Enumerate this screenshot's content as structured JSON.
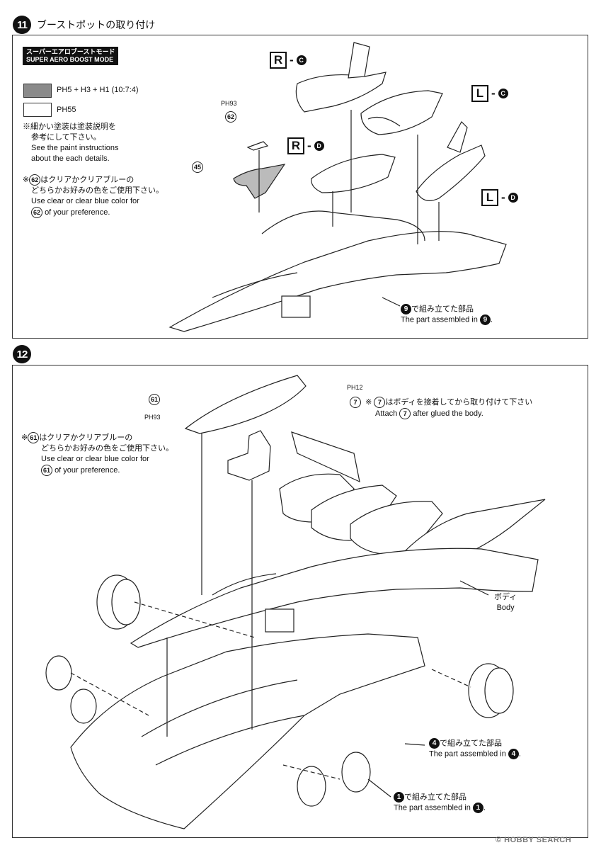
{
  "step11": {
    "number": "11",
    "title": "ブーストポットの取り付け",
    "mode_jp": "スーパーエアロブーストモード",
    "mode_en": "SUPER AERO BOOST MODE",
    "swatch1_label": "PH5 + H3 + H1 (10:7:4)",
    "swatch2_label": "PH55",
    "note1_jp_1": "※細かい塗装は塗装説明を",
    "note1_jp_2": "参考にして下さい。",
    "note1_en_1": "See the paint instructions",
    "note1_en_2": "about the each details.",
    "note2_jp_1": "はクリアかクリアブルーの",
    "note2_jp_2": "どちらかお好みの色をご使用下さい。",
    "note2_en_1": "Use clear or clear blue color for",
    "note2_en_2": "of your preference.",
    "part62": "62",
    "part62_paint": "PH93",
    "part45": "45",
    "callout_rc_letter": "R",
    "callout_rc_dot": "C",
    "callout_lc_letter": "L",
    "callout_lc_dot": "C",
    "callout_rd_letter": "R",
    "callout_rd_dot": "D",
    "callout_ld_letter": "L",
    "callout_ld_dot": "D",
    "assembled_num": "9",
    "assembled_jp": "で組み立てた部品",
    "assembled_en": "The part assembled in"
  },
  "step12": {
    "number": "12",
    "part61": "61",
    "part61_paint": "PH93",
    "note61_jp_1": "はクリアかクリアブルーの",
    "note61_jp_2": "どちらかお好みの色をご使用下さい。",
    "note61_en_1": "Use clear or clear blue color for",
    "note61_en_2": "of your preference.",
    "part7": "7",
    "part7_paint": "PH12",
    "note7_jp": "はボディを接着してから取り付けて下さい",
    "note7_en_pre": "Attach",
    "note7_en_post": "after glued the body.",
    "body_jp": "ボディ",
    "body_en": "Body",
    "assembled4_num": "4",
    "assembled4_jp": "で組み立てた部品",
    "assembled4_en": "The part assembled in",
    "assembled1_num": "1",
    "assembled1_jp": "で組み立てた部品",
    "assembled1_en": "The part assembled in"
  },
  "watermark": "© HOBBY SEARCH"
}
